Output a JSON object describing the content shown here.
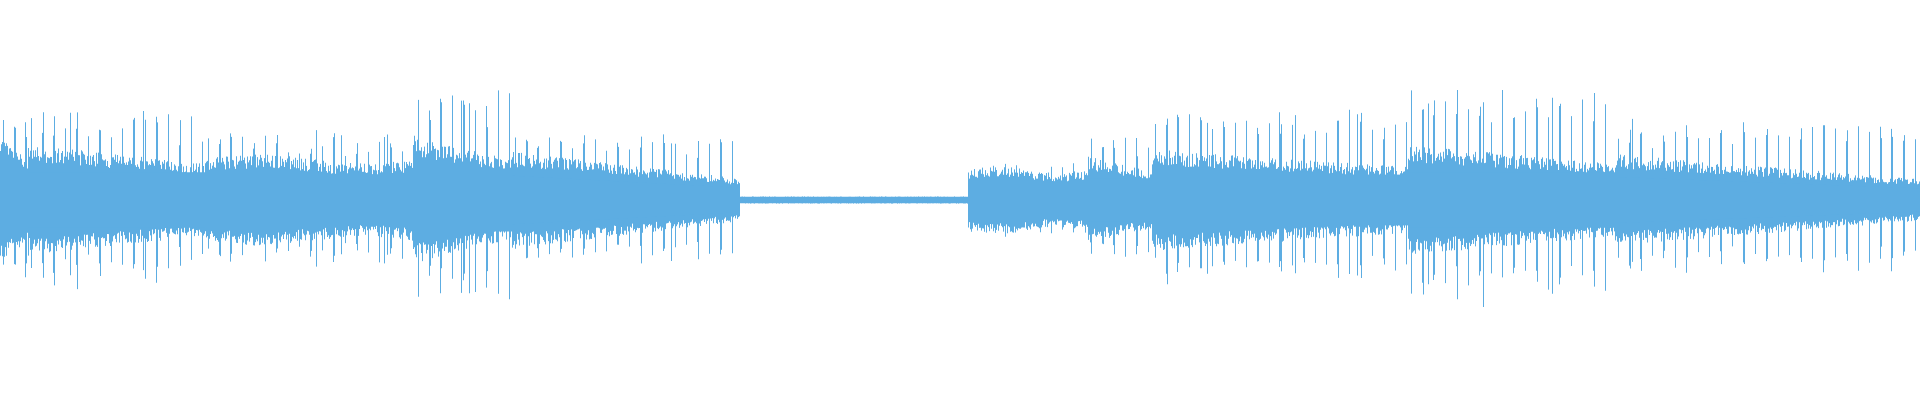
{
  "waveform": {
    "color": "#5dade2",
    "background": "#ffffff",
    "samples_per_column": 1,
    "segments": [
      {
        "level": 0.52,
        "peak": 0.78,
        "shape": "burst-decay"
      },
      {
        "level": 0.46,
        "peak": 0.8,
        "shape": "burst-decay"
      },
      {
        "level": 0.38,
        "peak": 0.62,
        "shape": "steady"
      },
      {
        "level": 0.52,
        "peak": 1.0,
        "shape": "burst-decay"
      },
      {
        "level": 0.4,
        "peak": 0.58,
        "shape": "fade-out"
      },
      {
        "level": 0.03,
        "peak": 0.04,
        "shape": "silent"
      },
      {
        "level": 0.28,
        "peak": 0.32,
        "shape": "steady"
      },
      {
        "level": 0.36,
        "peak": 0.62,
        "shape": "burst-decay"
      },
      {
        "level": 0.42,
        "peak": 0.8,
        "shape": "burst-decay"
      },
      {
        "level": 0.46,
        "peak": 1.0,
        "shape": "burst-decay"
      },
      {
        "level": 0.38,
        "peak": 0.72,
        "shape": "fade-out"
      }
    ]
  }
}
